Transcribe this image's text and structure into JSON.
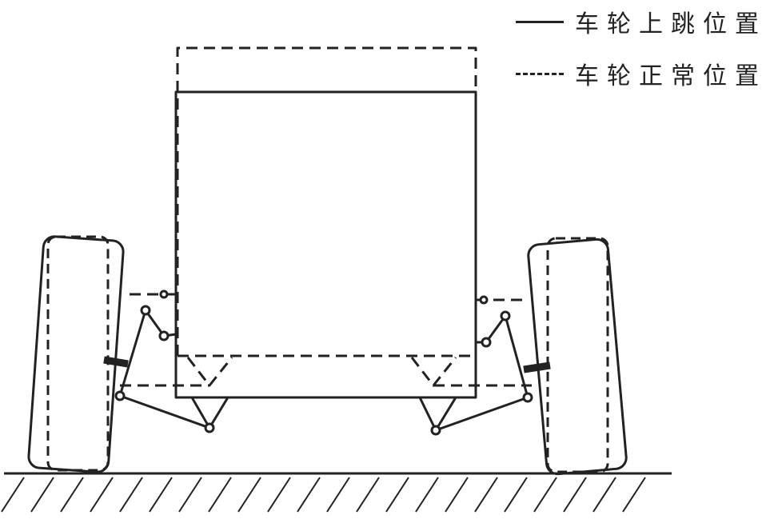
{
  "legend": {
    "items": [
      {
        "style": "solid",
        "label": "车轮上跳位置"
      },
      {
        "style": "dashed",
        "label": "车轮正常位置"
      }
    ]
  },
  "colors": {
    "line": "#222222",
    "background": "#ffffff"
  }
}
